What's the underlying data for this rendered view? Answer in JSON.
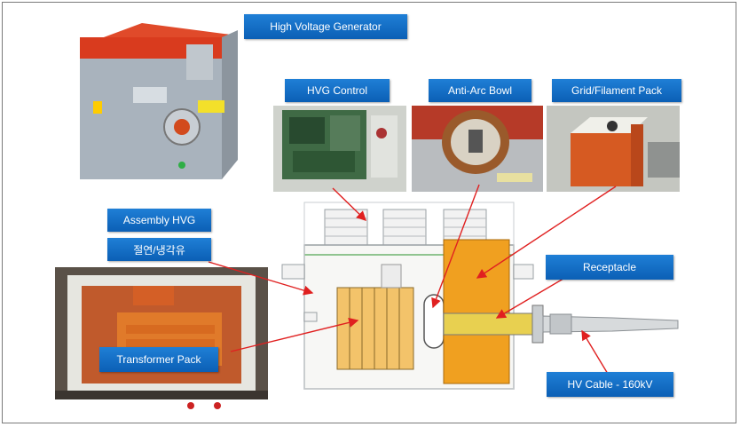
{
  "labels": {
    "hvg": "High Voltage Generator",
    "hvg_control": "HVG Control",
    "anti_arc": "Anti-Arc Bowl",
    "grid_pack": "Grid/Filament Pack",
    "assembly": "Assembly HVG",
    "oil": "절연/냉각유",
    "transformer": "Transformer Pack",
    "receptacle": "Receptacle",
    "hv_cable": "HV Cable - 160kV"
  },
  "colors": {
    "label_blue": "#0b5fb5",
    "arrow_red": "#e02020",
    "orange": "#f0a020",
    "generator_red": "#d93b1e"
  }
}
